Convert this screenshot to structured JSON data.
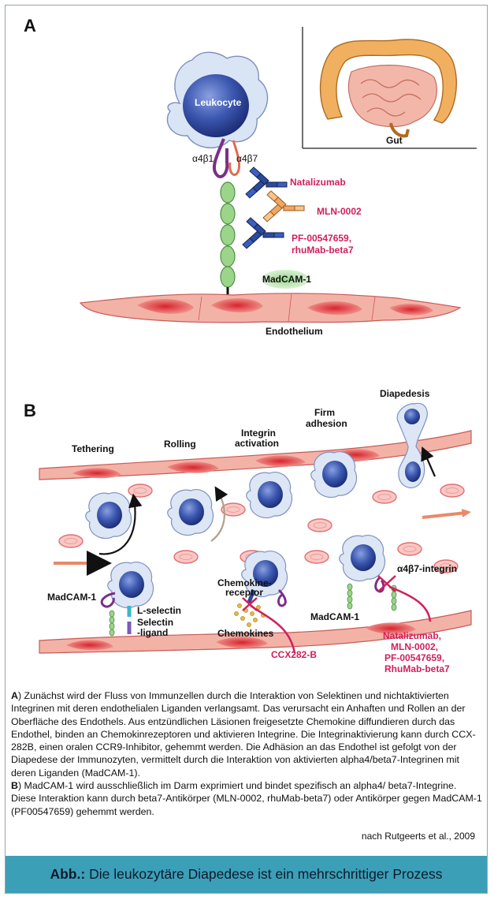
{
  "panel_a": {
    "letter": "A",
    "leukocyte": "Leukocyte",
    "alpha4beta1": "α4β1",
    "alpha4beta7": "α4β7",
    "gut": "Gut",
    "madcam": "MadCAM-1",
    "endothelium": "Endothelium",
    "drugs": [
      "Natalizumab",
      "MLN-0002",
      "PF-00547659,",
      "rhuMab-beta7"
    ]
  },
  "panel_b": {
    "letter": "B",
    "steps": [
      "Tethering",
      "Rolling",
      "Integrin",
      "activation",
      "Firm",
      "adhesion",
      "Diapedesis"
    ],
    "labels": {
      "madcam_left": "MadCAM-1",
      "l_selectin": "L-selectin",
      "selectin_ligand_1": "Selectin",
      "selectin_ligand_2": "-ligand",
      "chemokine_receptor_1": "Chemokine-",
      "chemokine_receptor_2": "receptor",
      "chemokines": "Chemokines",
      "ccx": "CCX282-B",
      "integrin": "α4β7-integrin",
      "madcam_right": "MadCAM-1",
      "drugs_right": [
        "Natalizumab,",
        "MLN-0002,",
        "PF-00547659,",
        "RhuMab-beta7"
      ]
    }
  },
  "caption": {
    "a_letter": "A",
    "a_text": ") Zunächst wird der Fluss von Immunzellen durch die Interaktion von Selektinen und nichtaktivierten Integrinen mit deren endothelialen Liganden verlangsamt. Das verursacht ein Anhaften und Rollen an der Oberfläche des Endothels. Aus entzündlichen Läsionen freigesetzte Chemokine diffundieren durch das Endothel, binden an Chemokinrezeptoren und aktivieren Integrine. Die Integrinaktivierung kann durch CCX-282B, einen oralen CCR9-Inhibitor, gehemmt werden. Die Adhäsion an das Endothel ist gefolgt von der Diapedese der Immunozyten, vermittelt durch die Interaktion von aktivierten alpha4/beta7-Integrinen mit deren Liganden (MadCAM-1).",
    "b_letter": "B",
    "b_text": ") MadCAM-1 wird ausschließlich im Darm exprimiert und bindet spezifisch an alpha4/ beta7-Integrine. Diese Interaktion kann durch beta7-Antikörper (MLN-0002, rhuMab-beta7) oder Antikörper gegen MadCAM-1 (PF00547659) gehemmt werden."
  },
  "source": "nach Rutgeerts et al., 2009",
  "banner": {
    "prefix": "Abb.:",
    "text": "Die leukozytäre Diapedese ist ein mehrschrittiger Prozess"
  },
  "colors": {
    "accent": "#d21f5a",
    "banner": "#3c9fb8",
    "cell": "#3b55a8",
    "endothelium": "#e5756e"
  }
}
